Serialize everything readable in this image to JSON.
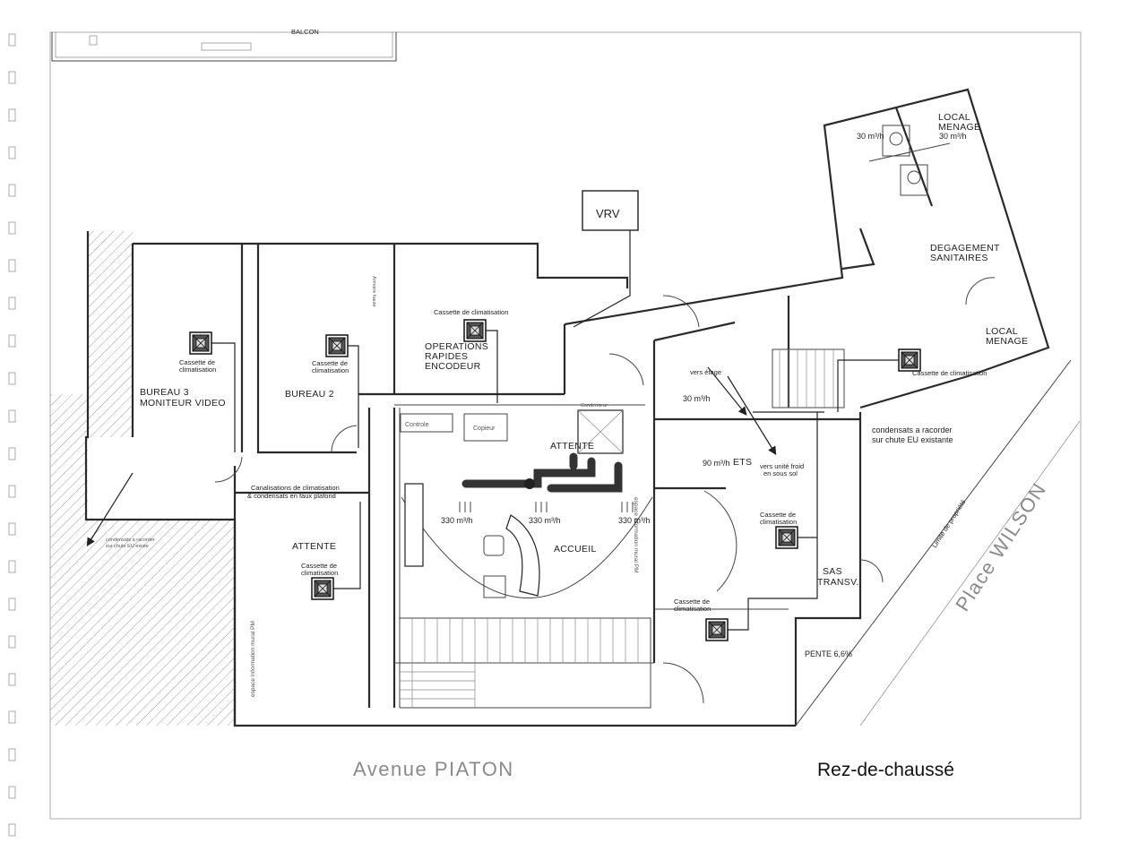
{
  "header": {
    "balcony_label": "BALCON"
  },
  "equipment": {
    "vrv_label": "VRV"
  },
  "rooms": {
    "bureau3_line1": "BUREAU 3",
    "bureau3_line2": "MONITEUR VIDEO",
    "bureau2": "BUREAU 2",
    "operations_line1": "OPERATIONS",
    "operations_line2": "RAPIDES",
    "operations_line3": "ENCODEUR",
    "attente_left": "ATTENTE",
    "attente_center": "ATTENTE",
    "accueil": "ACCUEIL",
    "ets": "ETS",
    "sas_line1": "SAS",
    "sas_line2": "TRANSV.",
    "local_menage_top_line1": "LOCAL",
    "local_menage_top_line2": "MENAGE",
    "local_menage_right_line1": "LOCAL",
    "local_menage_right_line2": "MENAGE",
    "degagement_line1": "DEGAGEMENT",
    "degagement_line2": "SANITAIRES"
  },
  "annotations": {
    "cassette_line1": "Cassette de",
    "cassette_line2": "climatisation",
    "cassette_single": "Cassette de climatisation",
    "canalisations_line1": "Canalisations de climatisation",
    "canalisations_line2": "& condensats en faux plafond",
    "condensats_line1": "condensats a racorder",
    "condensats_line2": "sur chute EU existante",
    "vers_etage": "vers étage",
    "vers_unite_line1": "vers unité froid",
    "vers_unite_line2": "en sous sol",
    "pente": "PENTE 6,6%",
    "limite": "Limite de propriété",
    "espace_info_left": "espace Information mural PM",
    "espace_info_center": "espace information mural PM",
    "controle": "Controle",
    "copieur": "Copieur",
    "condenseur": "Condenseur",
    "armoire": "Armoire haute",
    "condensats_small_line1": "condensats a racorder",
    "condensats_small_line2": "sur chute EU existe"
  },
  "airflow": {
    "wc": "30 m³/h",
    "local_menage": "30 m³/h",
    "attente_right": "30 m³/h",
    "ets": "90 m³/h",
    "accueil_1": "330 m³/h",
    "accueil_2": "330 m³/h",
    "accueil_3": "330 m³/h"
  },
  "streets": {
    "avenue": "Avenue PIATON",
    "place": "Place WILSON"
  },
  "plan_title": "Rez-de-chaussé",
  "colors": {
    "walls": "#2a2a2a",
    "duct": "#333333",
    "hatch": "#9a9a9a",
    "street_text": "#8a8a8a"
  },
  "icons": [
    "cassette-icon",
    "arrow-icon",
    "door-swing-icon",
    "binder-hole-icon",
    "stair-icon"
  ]
}
